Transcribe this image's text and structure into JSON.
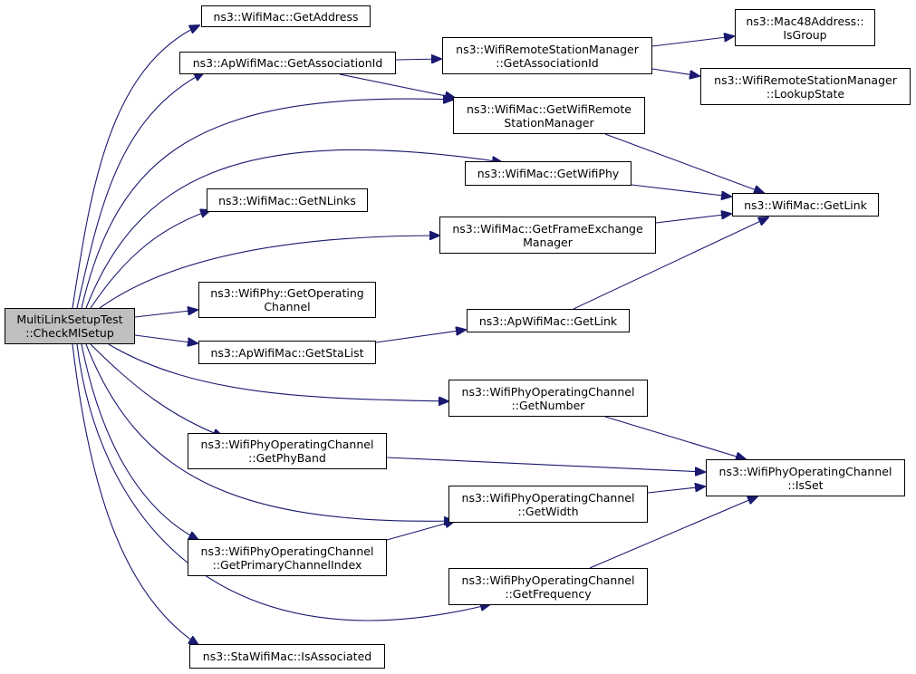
{
  "colors": {
    "edge": "#191970",
    "root_fill": "#bfbfbf",
    "node_fill": "#ffffff",
    "border": "#000000"
  },
  "nodes": {
    "root": [
      "MultiLinkSetupTest",
      "::CheckMlSetup"
    ],
    "get_address": [
      "ns3::WifiMac::GetAddress"
    ],
    "ap_get_association_id": [
      "ns3::ApWifiMac::GetAssociationId"
    ],
    "rsm_get_association_id": [
      "ns3::WifiRemoteStationManager",
      "::GetAssociationId"
    ],
    "mac48_is_group": [
      "ns3::Mac48Address::",
      "IsGroup"
    ],
    "rsm_lookup_state": [
      "ns3::WifiRemoteStationManager",
      "::LookupState"
    ],
    "get_wifi_remote_station_manager": [
      "ns3::WifiMac::GetWifiRemote",
      "StationManager"
    ],
    "get_wifi_phy": [
      "ns3::WifiMac::GetWifiPhy"
    ],
    "get_n_links": [
      "ns3::WifiMac::GetNLinks"
    ],
    "get_link": [
      "ns3::WifiMac::GetLink"
    ],
    "get_frame_exchange_manager": [
      "ns3::WifiMac::GetFrameExchange",
      "Manager"
    ],
    "phy_get_operating_channel": [
      "ns3::WifiPhy::GetOperating",
      "Channel"
    ],
    "ap_get_link": [
      "ns3::ApWifiMac::GetLink"
    ],
    "ap_get_sta_list": [
      "ns3::ApWifiMac::GetStaList"
    ],
    "oc_get_number": [
      "ns3::WifiPhyOperatingChannel",
      "::GetNumber"
    ],
    "oc_get_phy_band": [
      "ns3::WifiPhyOperatingChannel",
      "::GetPhyBand"
    ],
    "oc_is_set": [
      "ns3::WifiPhyOperatingChannel",
      "::IsSet"
    ],
    "oc_get_width": [
      "ns3::WifiPhyOperatingChannel",
      "::GetWidth"
    ],
    "oc_get_primary_channel_index": [
      "ns3::WifiPhyOperatingChannel",
      "::GetPrimaryChannelIndex"
    ],
    "oc_get_frequency": [
      "ns3::WifiPhyOperatingChannel",
      "::GetFrequency"
    ],
    "sta_is_associated": [
      "ns3::StaWifiMac::IsAssociated"
    ]
  },
  "edges": [
    [
      "root",
      "get_address"
    ],
    [
      "root",
      "ap_get_association_id"
    ],
    [
      "root",
      "get_wifi_remote_station_manager"
    ],
    [
      "root",
      "get_wifi_phy"
    ],
    [
      "root",
      "get_n_links"
    ],
    [
      "root",
      "get_frame_exchange_manager"
    ],
    [
      "root",
      "phy_get_operating_channel"
    ],
    [
      "root",
      "ap_get_sta_list"
    ],
    [
      "root",
      "oc_get_number"
    ],
    [
      "root",
      "oc_get_phy_band"
    ],
    [
      "root",
      "oc_get_width"
    ],
    [
      "root",
      "oc_get_primary_channel_index"
    ],
    [
      "root",
      "oc_get_frequency"
    ],
    [
      "root",
      "sta_is_associated"
    ],
    [
      "ap_get_association_id",
      "rsm_get_association_id"
    ],
    [
      "ap_get_association_id",
      "get_wifi_remote_station_manager"
    ],
    [
      "rsm_get_association_id",
      "mac48_is_group"
    ],
    [
      "rsm_get_association_id",
      "rsm_lookup_state"
    ],
    [
      "get_wifi_remote_station_manager",
      "get_link"
    ],
    [
      "get_wifi_phy",
      "get_link"
    ],
    [
      "get_frame_exchange_manager",
      "get_link"
    ],
    [
      "ap_get_sta_list",
      "ap_get_link"
    ],
    [
      "ap_get_link",
      "get_link"
    ],
    [
      "oc_get_number",
      "oc_is_set"
    ],
    [
      "oc_get_phy_band",
      "oc_is_set"
    ],
    [
      "oc_get_width",
      "oc_is_set"
    ],
    [
      "oc_get_primary_channel_index",
      "oc_get_width"
    ],
    [
      "oc_get_frequency",
      "oc_is_set"
    ]
  ]
}
